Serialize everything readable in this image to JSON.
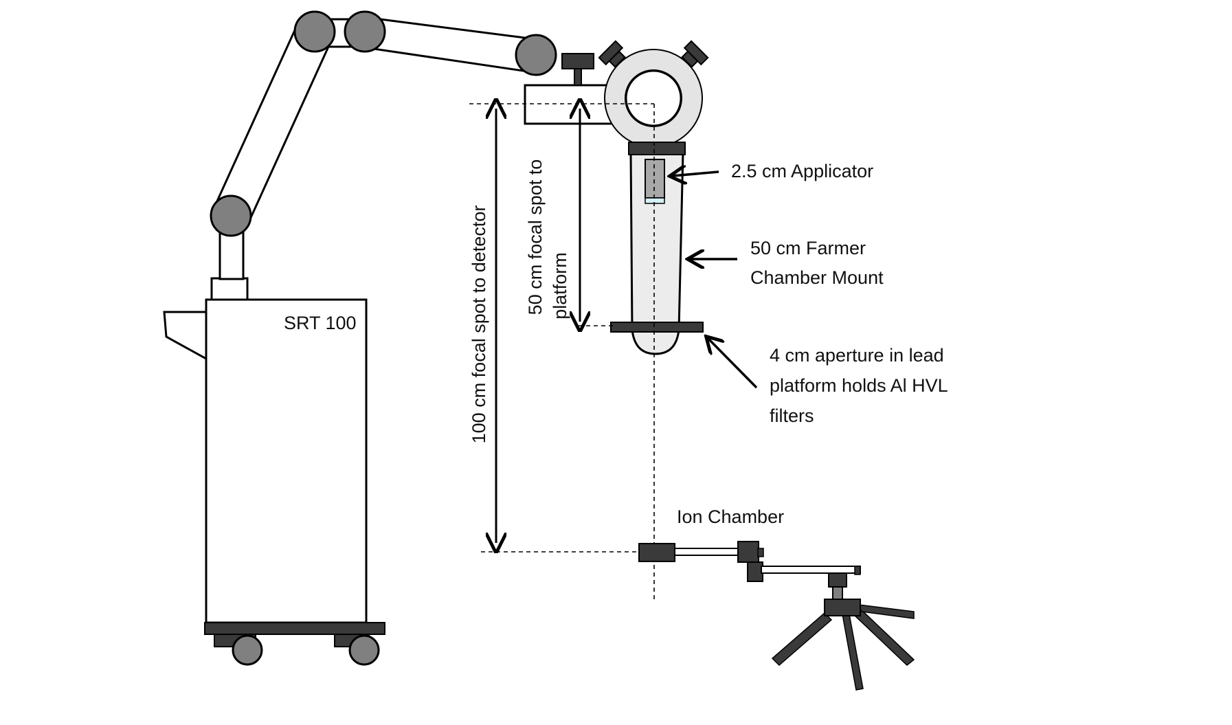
{
  "labels": {
    "srt": "SRT 100",
    "dim_detector": "100 cm focal spot to detector",
    "dim_platform_line1": "50 cm focal spot to",
    "dim_platform_line2": "platform",
    "applicator": "2.5 cm Applicator",
    "mount_line1": "50 cm Farmer",
    "mount_line2": "Chamber Mount",
    "aperture_line1": "4 cm aperture in lead",
    "aperture_line2": "platform holds Al HVL",
    "aperture_line3": "filters",
    "ion_chamber": "Ion Chamber"
  },
  "colors": {
    "joint_gray": "#808080",
    "dark_part": "#3a3a3a",
    "light_fill": "#ececec",
    "outline": "#000000"
  }
}
